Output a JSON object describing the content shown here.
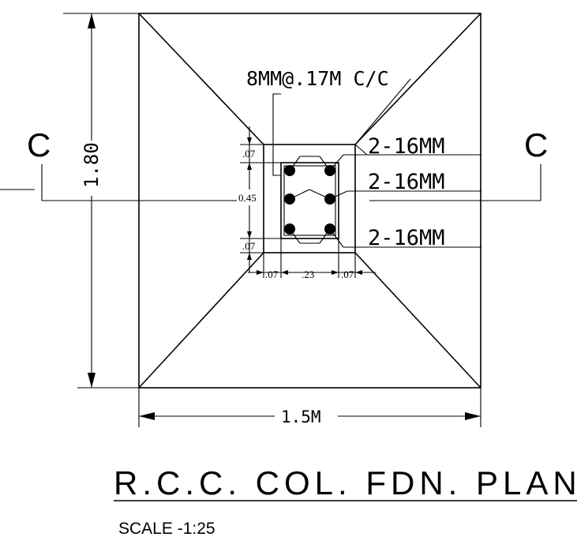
{
  "drawing": {
    "overall_height": "1.80",
    "overall_width": "1.5M",
    "stirrup_note": "8MM@.17M C/C",
    "bars_top": "2-16MM",
    "bars_mid": "2-16MM",
    "bars_bottom": "2-16MM",
    "dim_top_offset": ".07",
    "dim_bottom_offset": ".07",
    "dim_column_depth": "0.45",
    "dim_left_offset": ".07",
    "dim_column_width": ".23",
    "dim_right_offset": ".07",
    "section_left": "C",
    "section_right": "C"
  },
  "title": {
    "main": "R.C.C. COL. FDN. PLAN",
    "scale": "SCALE -1:25"
  }
}
